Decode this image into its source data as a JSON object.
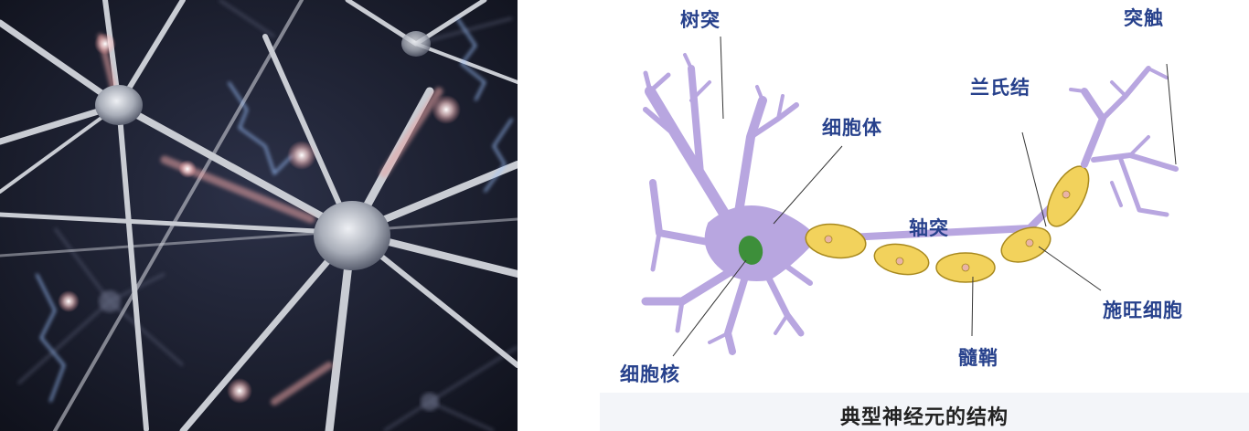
{
  "photo": {
    "subject": "neuron-network-render",
    "colors": {
      "background": "#191c2a",
      "neuron": "#c9ccd3",
      "glow": "#9fc4ff",
      "axon_tint": "#e9a4a4"
    }
  },
  "diagram": {
    "labels": {
      "dendrite": "树突",
      "synapse": "突触",
      "node_of_ranvier": "兰氏结",
      "cell_body": "细胞体",
      "axon": "轴突",
      "schwann_cell": "施旺细胞",
      "myelin_sheath": "髓鞘",
      "nucleus": "细胞核"
    },
    "caption": "典型神经元的结构",
    "colors": {
      "label_text": "#27418c",
      "cell": "#b8a6e0",
      "cell_outline": "#6a5aa8",
      "myelin": "#f2d25c",
      "myelin_outline": "#a8891e",
      "nucleus": "#3d8f3a",
      "caption_bg": "#f3f5f9"
    }
  }
}
